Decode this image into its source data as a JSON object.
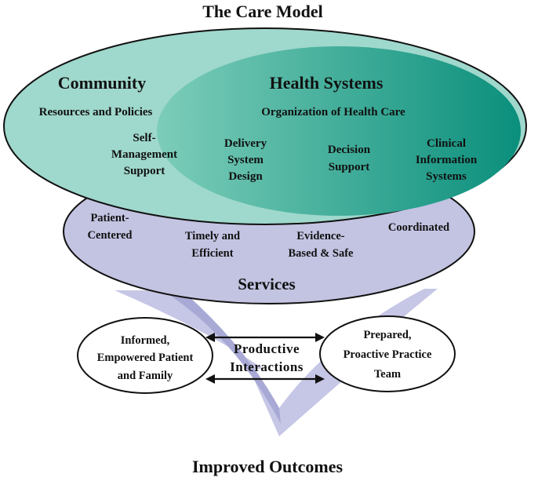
{
  "title": "The Care Model",
  "community": {
    "heading": "Community",
    "subheading": "Resources and Policies"
  },
  "health_systems": {
    "heading": "Health Systems",
    "subheading": "Organization of Health Care"
  },
  "components": [
    {
      "lines": [
        "Self-",
        "Management",
        "Support"
      ]
    },
    {
      "lines": [
        "Delivery",
        "System",
        "Design"
      ]
    },
    {
      "lines": [
        "Decision",
        "Support"
      ]
    },
    {
      "lines": [
        "Clinical",
        "Information",
        "Systems"
      ]
    }
  ],
  "services": {
    "heading": "Services",
    "attributes": [
      {
        "lines": [
          "Patient-",
          "Centered"
        ]
      },
      {
        "lines": [
          "Timely and",
          "Efficient"
        ]
      },
      {
        "lines": [
          "Evidence-",
          "Based & Safe"
        ]
      },
      {
        "lines": [
          "Coordinated"
        ]
      }
    ]
  },
  "patient": {
    "lines": [
      "Informed,",
      "Empowered Patient",
      "and Family"
    ]
  },
  "team": {
    "lines": [
      "Prepared,",
      "Proactive Practice",
      "Team"
    ]
  },
  "interactions": {
    "lines": [
      "Productive",
      "Interactions"
    ]
  },
  "outcome": "Improved Outcomes",
  "colors": {
    "community_fill": "#9fd8cc",
    "health_light": "#7ccdb9",
    "health_dark": "#0a8f7c",
    "services_fill": "#c3c3e2",
    "arrow_fill": "#c6c6e6",
    "arrow_shade": "#a9a9d6",
    "stroke": "#111111"
  }
}
